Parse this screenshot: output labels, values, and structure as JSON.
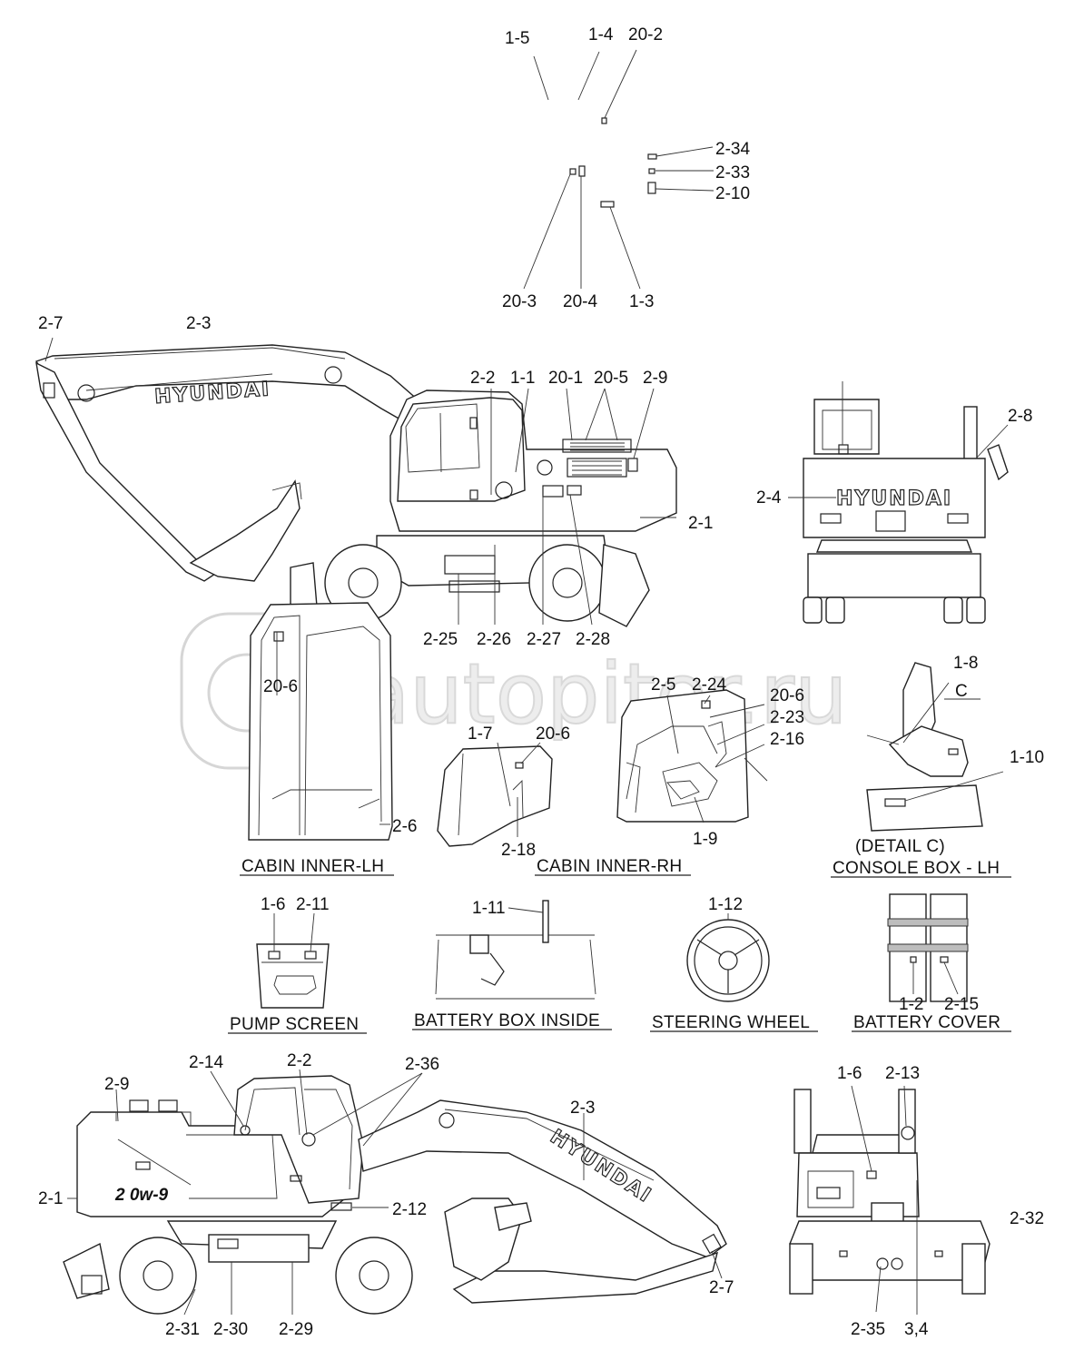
{
  "watermark": {
    "text": "autopiter.ru",
    "icon": "autopiter-logo-icon"
  },
  "brand": {
    "boom_text": "HYUNDAI",
    "rear_text": "HYUNDAI",
    "model_text": "2 0w-9"
  },
  "captions": {
    "cabin_lh": "CABIN INNER-LH",
    "cabin_rh": "CABIN INNER-RH",
    "detail_c": "(DETAIL C)",
    "console_box": "CONSOLE BOX - LH",
    "pump_screen": "PUMP SCREEN",
    "battery_box": "BATTERY BOX INSIDE",
    "steering_wheel": "STEERING WHEEL",
    "battery_cover": "BATTERY COVER"
  },
  "detail_letter": "C",
  "callouts": {
    "top": [
      "1-5",
      "1-4",
      "20-2",
      "2-34",
      "2-33",
      "2-10",
      "20-3",
      "20-4",
      "1-3"
    ],
    "lh_side": [
      "2-7",
      "2-3",
      "2-2",
      "1-1",
      "20-1",
      "20-5",
      "2-9",
      "2-1",
      "2-25",
      "2-26",
      "2-27",
      "2-28"
    ],
    "rear": [
      "2-8",
      "2-4"
    ],
    "cabin_lh": [
      "20-6",
      "2-6"
    ],
    "cabin_rh": [
      "1-7",
      "20-6",
      "2-18",
      "2-5",
      "2-24",
      "20-6",
      "2-23",
      "2-16",
      "1-9"
    ],
    "console": [
      "1-8",
      "1-10"
    ],
    "pump": [
      "1-6",
      "2-11"
    ],
    "battery_box": [
      "1-11"
    ],
    "steering": [
      "1-12"
    ],
    "battery_cover": [
      "1-2",
      "2-15"
    ],
    "rh_side": [
      "2-14",
      "2-2",
      "2-36",
      "2-9",
      "2-3",
      "2-1",
      "2-12",
      "2-7",
      "2-31",
      "2-30",
      "2-29"
    ],
    "front": [
      "1-6",
      "2-13",
      "2-32",
      "2-35",
      "3,4"
    ]
  }
}
